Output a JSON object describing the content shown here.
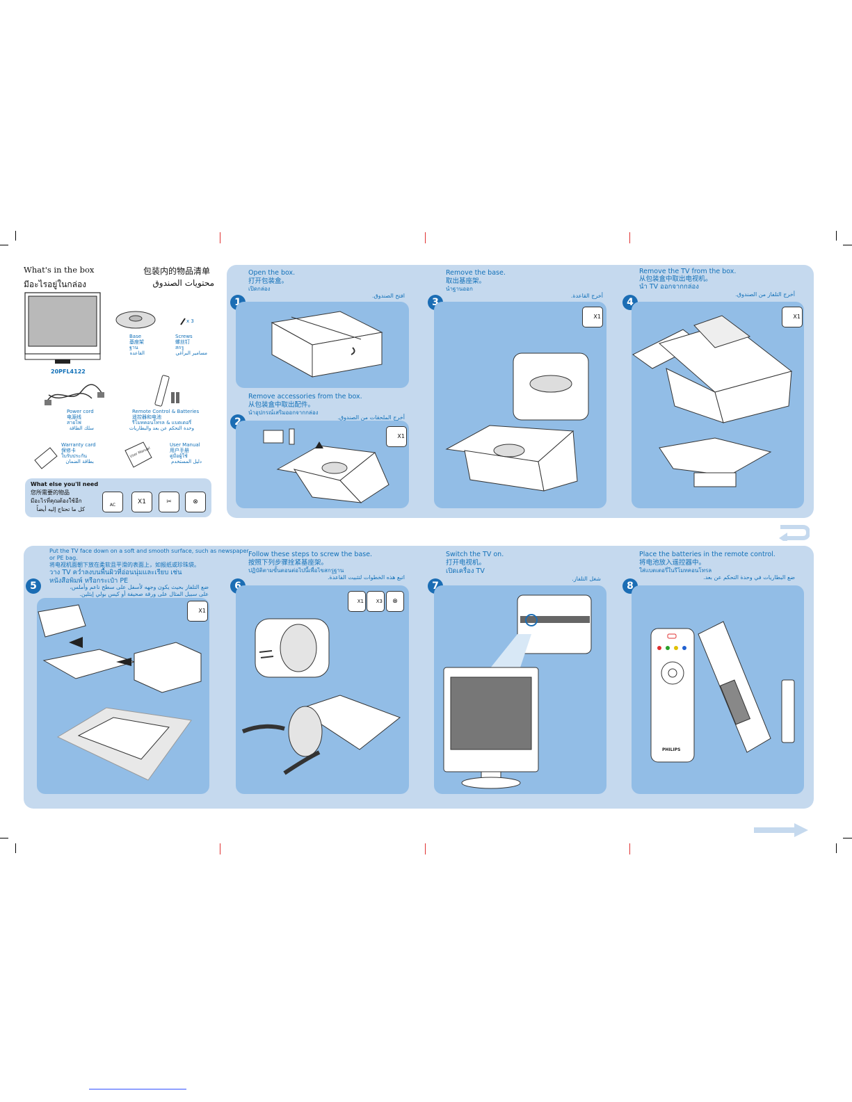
{
  "box": {
    "title_en": "What's in the box",
    "title_th": "มีอะไรอยู่ในกล่อง",
    "title_zh": "包装内的物品清单",
    "title_ar": "محتويات الصندوق",
    "model": "20PFL4122",
    "base": [
      "Base",
      "基座架",
      "ฐาน",
      "القاعدة"
    ],
    "screws_qty": "x 3",
    "screws": [
      "Screws",
      "螺丝钉",
      "สกรู",
      "مسامير البراغي"
    ],
    "power": [
      "Power cord",
      "电源线",
      "สายไฟ",
      "سلك الطاقة"
    ],
    "remote": [
      "Remote Control & Batteries",
      "遥控器和电池",
      "รีโมทคอนโทรล & แบตเตอรี่",
      "وحدة التحكم عن بعد والبطاريات"
    ],
    "warranty": [
      "Warranty card",
      "保修卡",
      "ใบรับประกัน",
      "بطاقة الضمان"
    ],
    "manual": [
      "User Manual",
      "用户手册",
      "คู่มือผู้ใช้",
      "دليل المستخدم"
    ],
    "manual_cover": "User Manual"
  },
  "need": {
    "title": "What else you'll need",
    "zh": "您所需要的物品",
    "th": "มีอะไรที่คุณต้องใช้อีก",
    "ar": "كل ما تحتاج إليه أيضاً",
    "ac": "AC",
    "x1": "X1"
  },
  "steps": [
    {
      "n": "1",
      "en": "Open the box.",
      "zh": "打开包装盒。",
      "th": "เปิดกล่อง",
      "ar": "افتح الصندوق."
    },
    {
      "n": "2",
      "en": "Remove accessories from the box.",
      "zh": "从包装盒中取出配件。",
      "th": "นำอุปกรณ์เสริมออกจากกล่อง",
      "ar": "أخرج الملحقات من الصندوق.",
      "x1": "X1"
    },
    {
      "n": "3",
      "en": "Remove the base.",
      "zh": "取出基座架。",
      "th": "นำฐานออก",
      "ar": "أخرج القاعدة.",
      "x1": "X1"
    },
    {
      "n": "4",
      "en": "Remove the TV from the box.",
      "zh": "从包装盒中取出电视机。",
      "th": "นำ TV ออกจากกล่อง",
      "ar": "أخرج التلفاز من الصندوق.",
      "x1": "X1"
    },
    {
      "n": "5",
      "en": "Put the TV face down on a soft and smooth surface, such as newspaper",
      "en2": "or PE bag.",
      "zh": "将电视机面朝下放在柔软且平滑的表面上，如报纸或珍珠袋。",
      "th": "วาง TV คว่ำลงบนพื้นผิวที่อ่อนนุ่มและเรียบ เช่น",
      "th2": "หนังสือพิมพ์ หรือกระเป๋า PE",
      "ar": "ضع التلفاز بحيث يكون وجهه لأسفل على سطح ناعم وأملس،",
      "ar2": "على سبيل المثال على ورقة صحيفة أو كيس بولي إيثلين.",
      "x1": "X1"
    },
    {
      "n": "6",
      "en": "Follow these steps to screw the base.",
      "zh": "按照下列步骤拴紧基座架。",
      "th": "ปฏิบัติตามขั้นตอนต่อไปนี้เพื่อไขสกรูฐาน",
      "ar": "اتبع هذه الخطوات لتثبيت القاعدة.",
      "x1": "X1",
      "x3": "X3"
    },
    {
      "n": "7",
      "en": "Switch the TV on.",
      "zh": "打开电视机。",
      "th": "เปิดเครื่อง TV",
      "ar": "شغل التلفاز."
    },
    {
      "n": "8",
      "en": "Place the batteries in the remote control.",
      "zh": "将电池放入遥控器中。",
      "th": "ใส่แบตเตอรี่ในรีโมทคอนโทรล",
      "ar": "ضع البطاريات في وحدة التحكم عن بعد.",
      "brand": "PHILIPS"
    }
  ]
}
